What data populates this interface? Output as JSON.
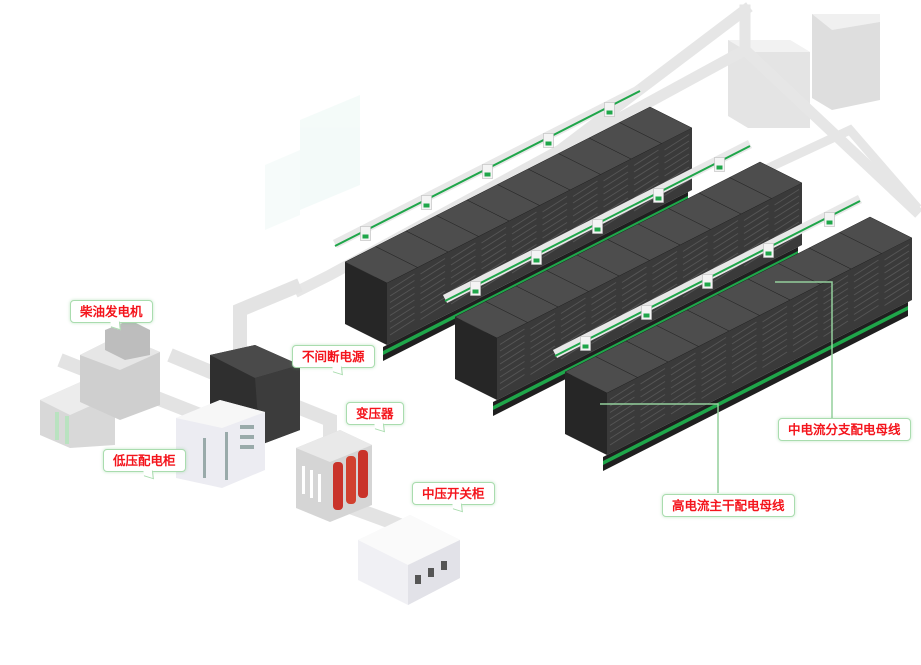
{
  "labels": {
    "generator": "柴油发电机",
    "ups": "不间断电源",
    "lv_cabinet": "低压配电柜",
    "transformer": "变压器",
    "mv_switchgear": "中压开关柜",
    "branch_busway": "中电流分支配电母线",
    "main_busway": "高电流主干配电母线"
  },
  "colors": {
    "label_text": "#f4141c",
    "label_border": "#a9dcae",
    "accent_green": "#1fa64a",
    "rack_dark": "#2e2e2e",
    "equipment_gray": "#d9d9d9"
  }
}
